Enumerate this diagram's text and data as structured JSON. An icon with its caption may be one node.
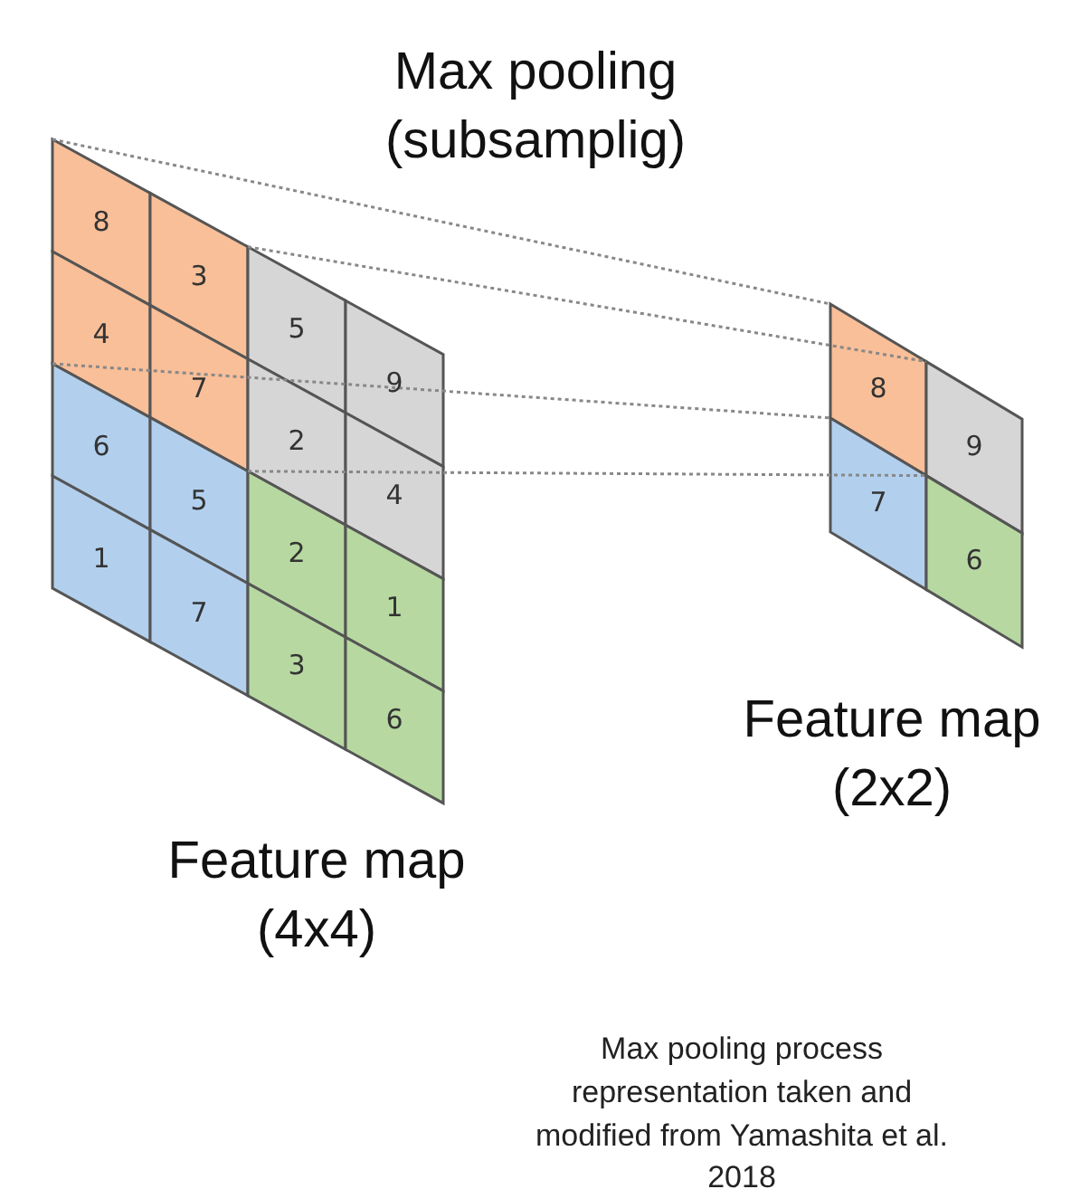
{
  "diagram": {
    "title": "Max pooling (subsamplig)",
    "caption": "Max pooling process representation taken and modified from Yamashita et al. 2018",
    "nodes": [
      {
        "text": [
          "8",
          "3",
          "5",
          "9",
          "4",
          "7",
          "2",
          "4",
          "6",
          "5",
          "2",
          "1",
          "1",
          "7",
          "3",
          "6"
        ],
        "beside": [
          "Feature map (4x4)"
        ]
      },
      {
        "text": [
          "8",
          "9",
          "7",
          "6"
        ],
        "beside": [
          "Feature map (2x2)"
        ]
      }
    ],
    "edges": [
      {
        "from": 0,
        "to": 1,
        "arrow": "none",
        "style": "dashed"
      },
      {
        "from": 0,
        "to": 1,
        "arrow": "none",
        "style": "dashed"
      },
      {
        "from": 0,
        "to": 1,
        "arrow": "none",
        "style": "dashed"
      },
      {
        "from": 0,
        "to": 1,
        "arrow": "none",
        "style": "dashed"
      }
    ]
  }
}
